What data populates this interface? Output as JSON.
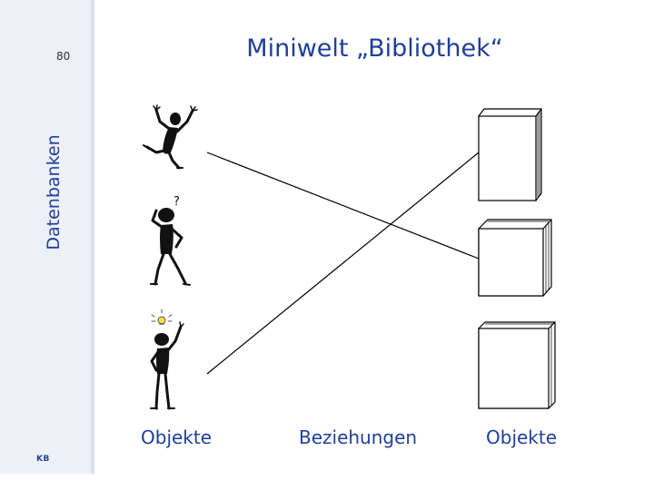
{
  "slide": {
    "page_number": "80",
    "side_title": "Datenbanken",
    "title": "Miniwelt „Bibliothek“",
    "footer_mark": "KB"
  },
  "captions": {
    "left": "Objekte",
    "middle": "Beziehungen",
    "right": "Objekte"
  },
  "figures": [
    {
      "name": "jumping-person",
      "symbol": ""
    },
    {
      "name": "thinking-person",
      "symbol": "?"
    },
    {
      "name": "idea-person",
      "symbol": "lightbulb"
    }
  ],
  "books": [
    {
      "name": "book-top"
    },
    {
      "name": "book-middle"
    },
    {
      "name": "book-bottom"
    }
  ],
  "colors": {
    "accent": "#1f3f9a",
    "sidebar": "#eef0f8"
  }
}
